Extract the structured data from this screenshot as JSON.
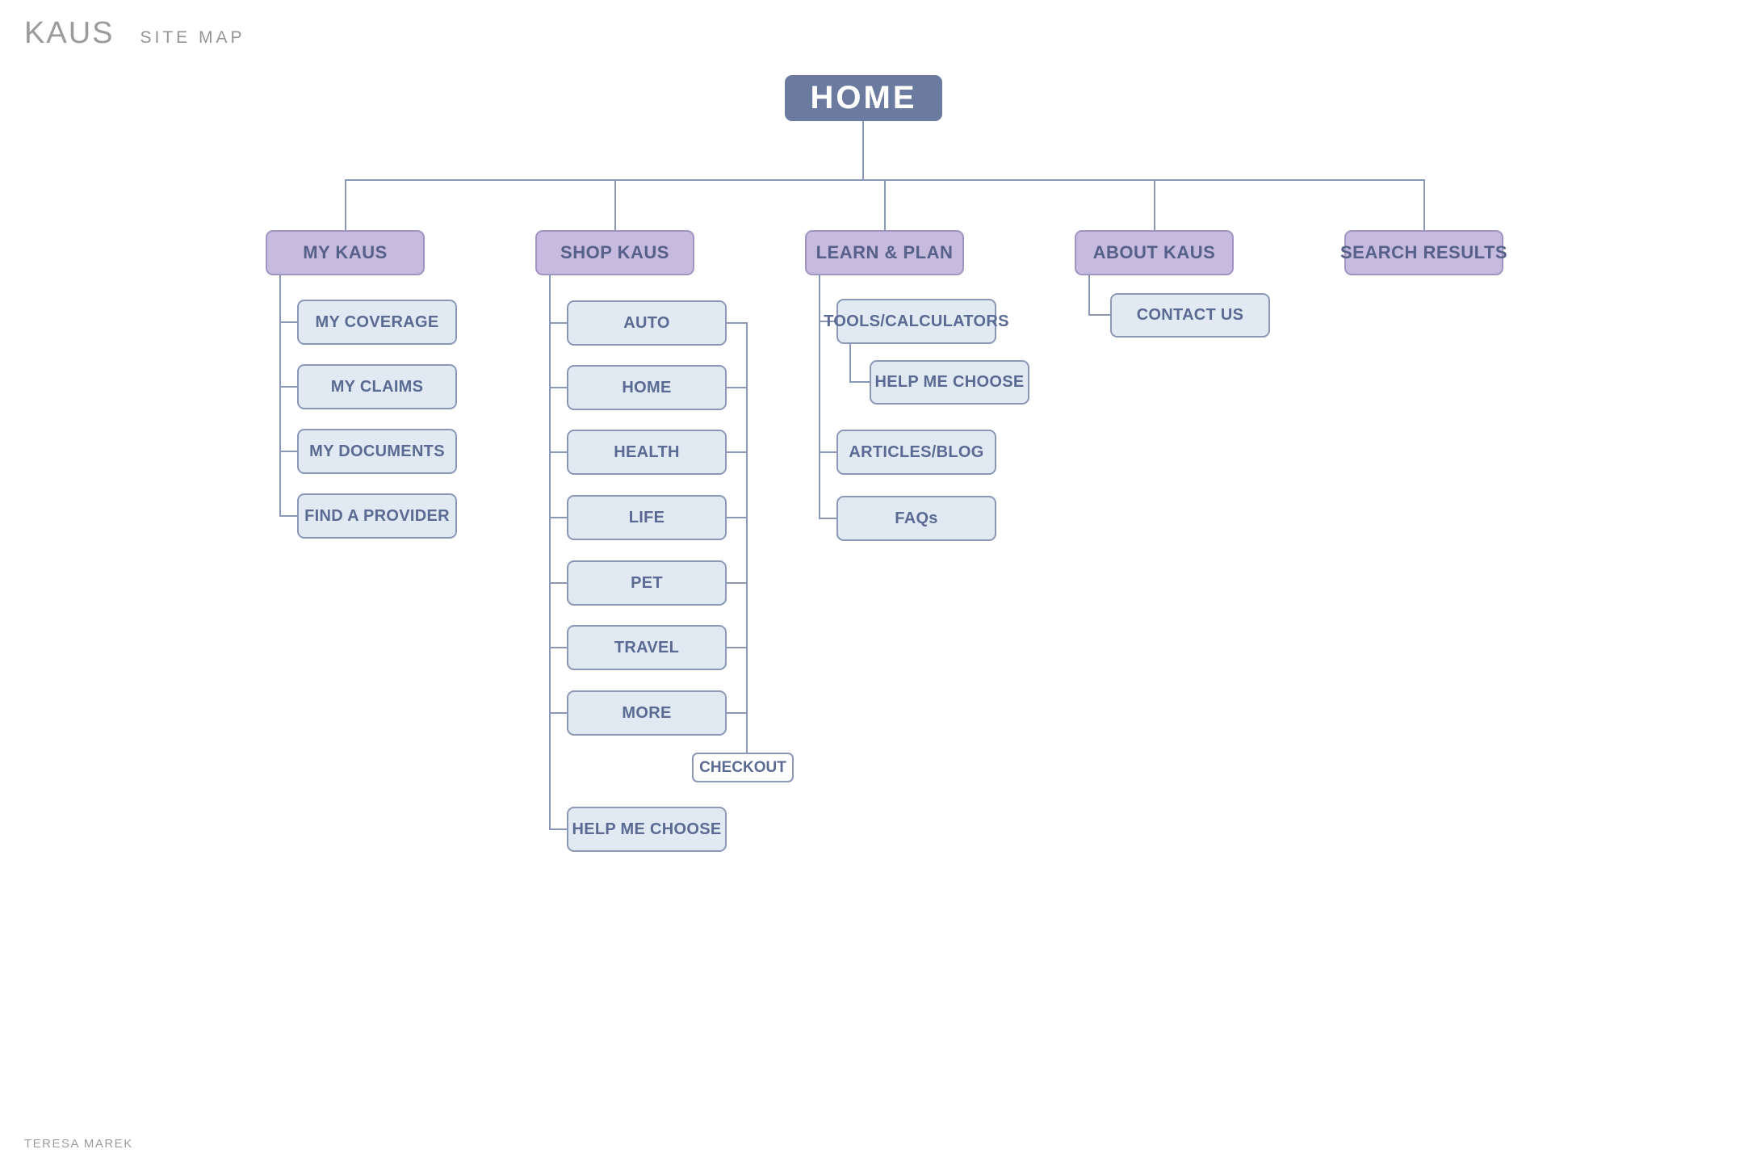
{
  "header": {
    "brand": "KAUS",
    "subtitle": "SITE MAP"
  },
  "footer": {
    "credit": "TERESA MAREK"
  },
  "colors": {
    "root_fill": "#6b7a9f",
    "root_text": "#ffffff",
    "section_fill": "#c6bade",
    "section_border": "#a095c2",
    "section_text": "#566088",
    "child_fill": "#e1e9f2",
    "child_border": "#8b98b5",
    "child_text": "#5a6a92",
    "checkout_fill": "#ffffff",
    "connector": "#8b98b5",
    "background": "#ffffff"
  },
  "tree": {
    "root": {
      "label": "HOME"
    },
    "branches": [
      {
        "label": "MY KAUS",
        "children": [
          "MY COVERAGE",
          "MY CLAIMS",
          "MY DOCUMENTS",
          "FIND A PROVIDER"
        ]
      },
      {
        "label": "SHOP KAUS",
        "children": [
          "AUTO",
          "HOME",
          "HEALTH",
          "LIFE",
          "PET",
          "TRAVEL",
          "MORE"
        ],
        "checkout": "CHECKOUT",
        "help_me_choose": "HELP ME CHOOSE"
      },
      {
        "label": "LEARN & PLAN",
        "children": [
          "TOOLS/CALCULATORS",
          "ARTICLES/BLOG",
          "FAQs"
        ],
        "tools_child": "HELP ME CHOOSE"
      },
      {
        "label": "ABOUT KAUS",
        "children": [
          "CONTACT US"
        ]
      },
      {
        "label": "SEARCH RESULTS",
        "children": []
      }
    ]
  }
}
